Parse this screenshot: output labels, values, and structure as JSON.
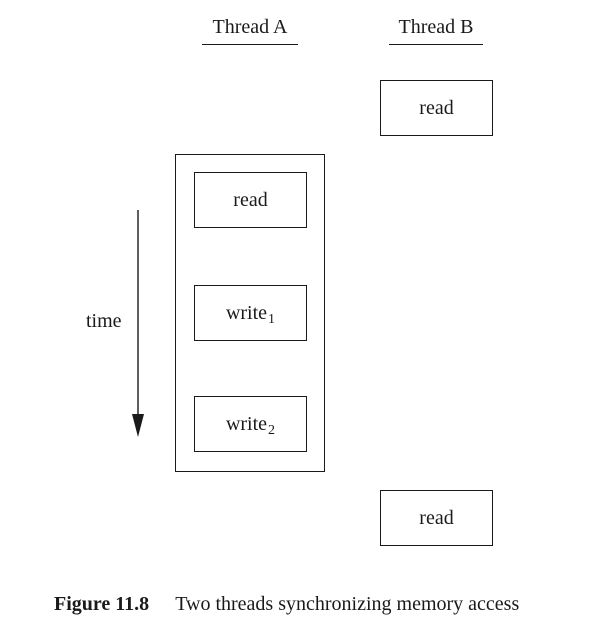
{
  "threads": {
    "a": {
      "label": "Thread A"
    },
    "b": {
      "label": "Thread B"
    }
  },
  "ops": {
    "b_read_top": {
      "label": "read"
    },
    "a_read": {
      "label": "read"
    },
    "a_write1": {
      "label": "write",
      "sub": "1"
    },
    "a_write2": {
      "label": "write",
      "sub": "2"
    },
    "b_read_bottom": {
      "label": "read"
    }
  },
  "time_axis": {
    "label": "time"
  },
  "caption": {
    "figure": "Figure 11.8",
    "text": "Two threads synchronizing memory access"
  }
}
